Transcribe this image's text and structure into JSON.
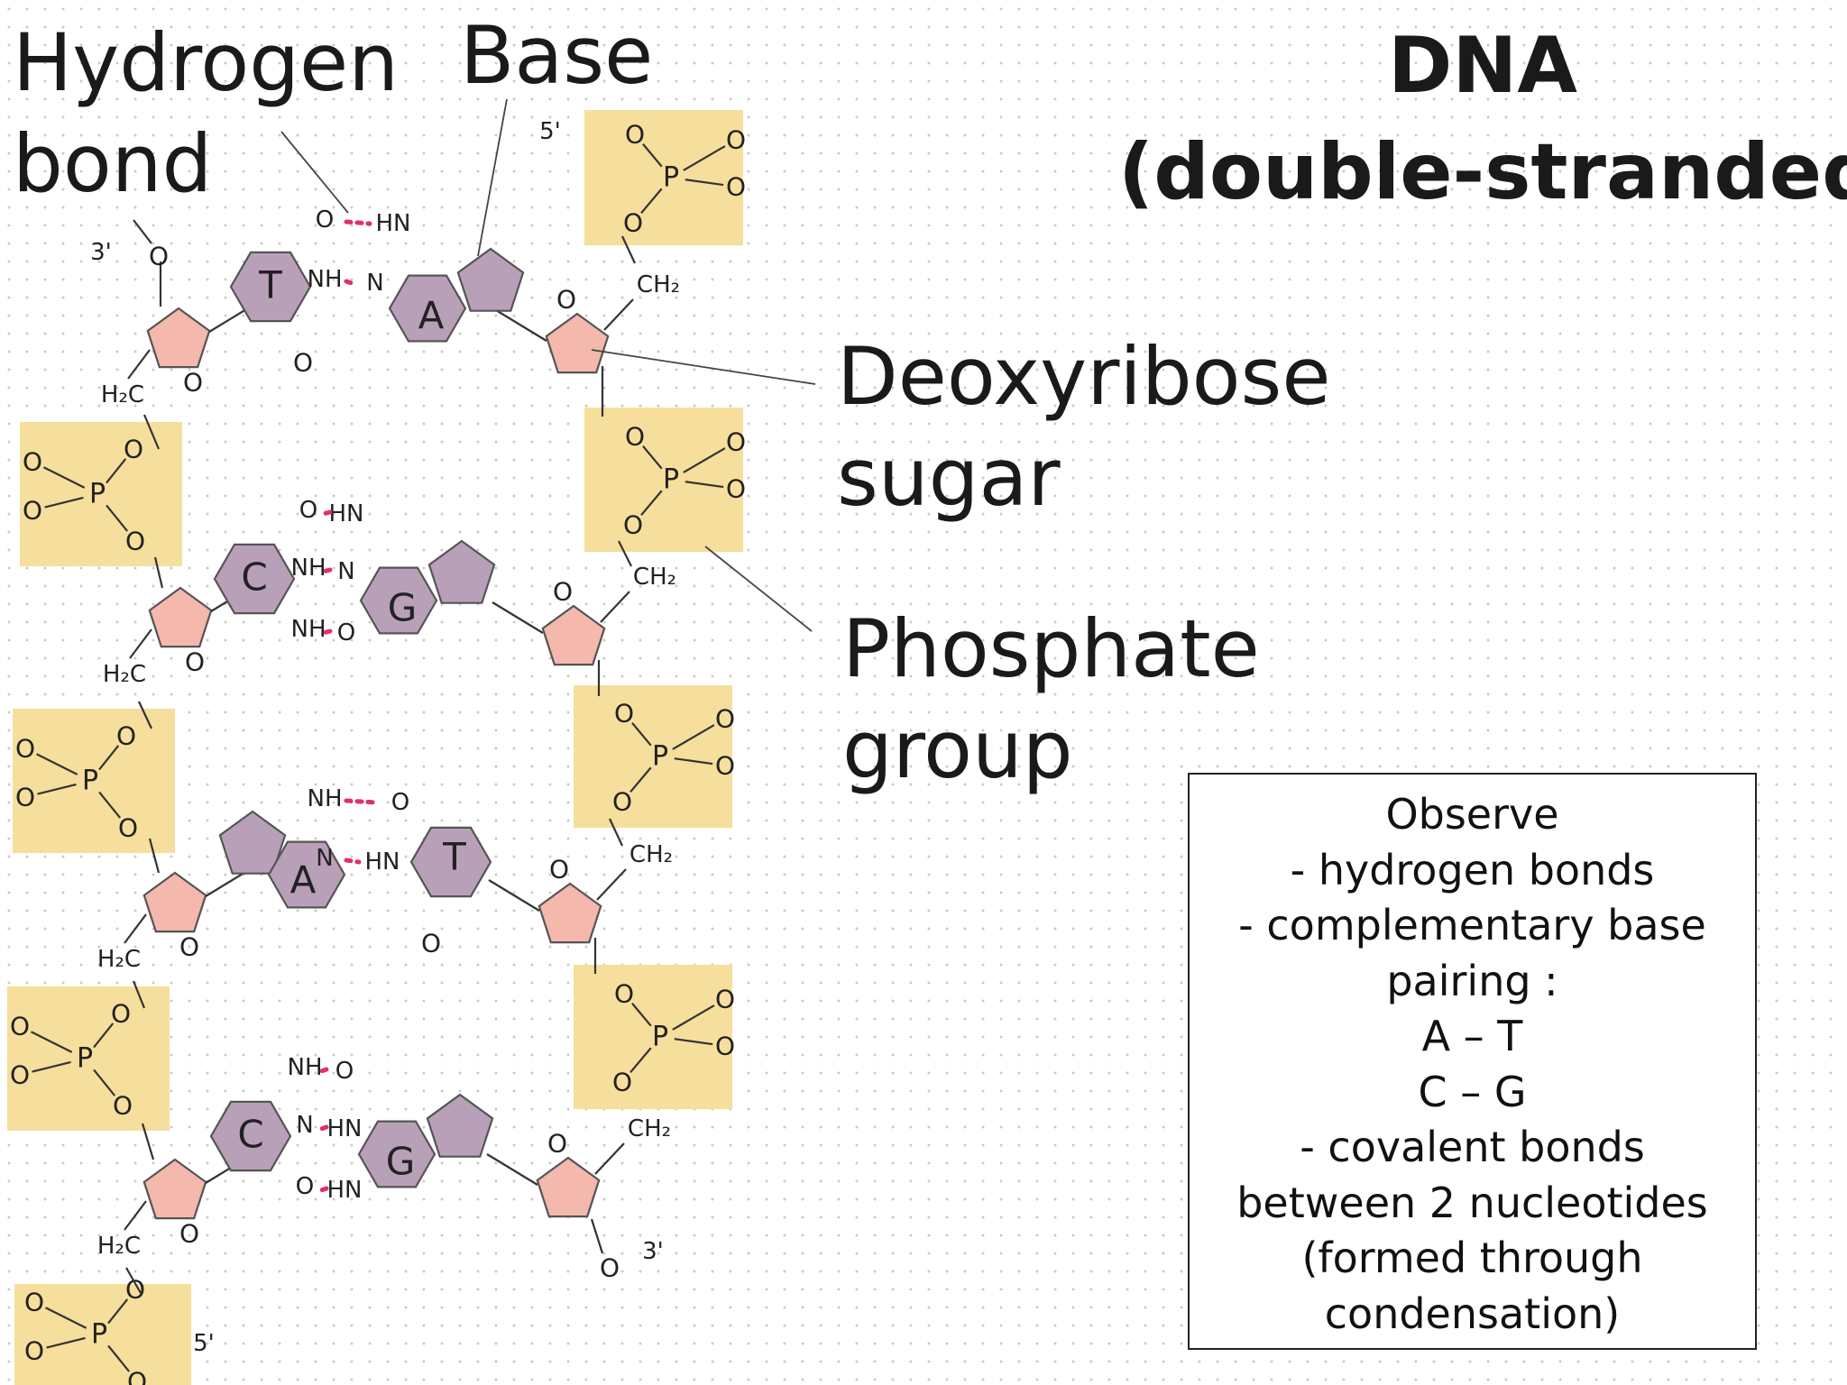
{
  "title": [
    "DNA",
    "(double-stranded)"
  ],
  "labels": {
    "hydrogen_bond": [
      "Hydrogen",
      "bond"
    ],
    "base": "Base",
    "deoxyribose": [
      "Deoxyribose",
      "sugar"
    ],
    "phosphate": [
      "Phosphate",
      "group"
    ]
  },
  "note": [
    "Observe",
    "- hydrogen bonds",
    "- complementary base",
    "pairing :",
    "A – T",
    "C – G",
    "- covalent bonds",
    "between 2 nucleotides",
    "(formed through",
    "condensation)"
  ],
  "strand_ends": {
    "left_top": "3'",
    "right_top": "5'",
    "left_bottom": "5'",
    "right_bottom": "3'"
  },
  "base_pairs": [
    {
      "left": "T",
      "right": "A",
      "bonds": [
        "O",
        "HN",
        "NH",
        "N"
      ]
    },
    {
      "left": "C",
      "right": "G",
      "bonds": [
        "O",
        "HN",
        "NH",
        "N",
        "NH",
        "O"
      ]
    },
    {
      "left": "A",
      "right": "T",
      "bonds": [
        "NH",
        "O",
        "N",
        "HN"
      ]
    },
    {
      "left": "C",
      "right": "G",
      "bonds": [
        "NH",
        "O",
        "N",
        "HN",
        "O",
        "HN"
      ]
    }
  ],
  "atoms": {
    "oxygen": "O",
    "phosphorus": "P",
    "ch2": "CH₂",
    "h2c": "H₂C"
  },
  "colors": {
    "phosphate_bg": "#f6de9c",
    "sugar": "#f4b8ac",
    "base": "#b9a0b9",
    "hydrogen_bond": "#e0306a"
  }
}
